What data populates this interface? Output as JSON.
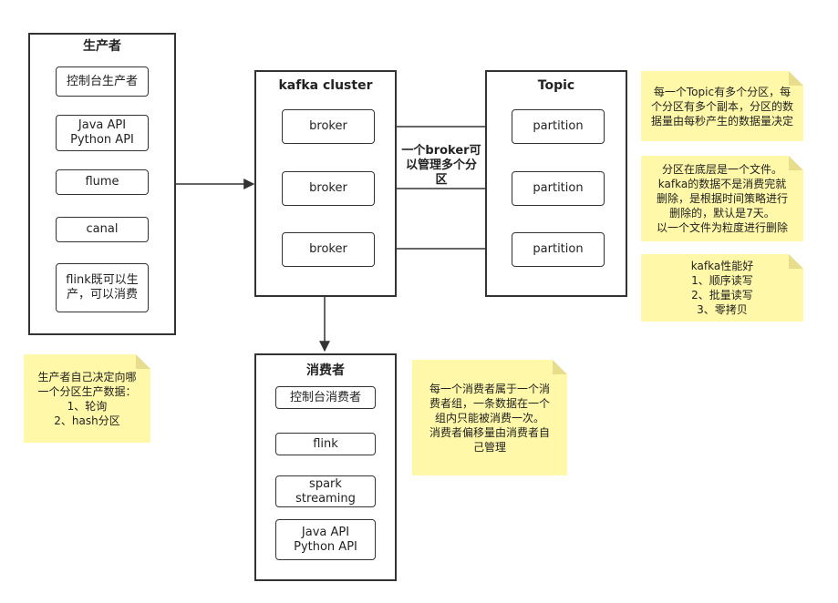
{
  "producer": {
    "title": "生产者",
    "items": [
      "控制台生产者",
      "Java  API\nPython  API",
      "flume",
      "canal",
      "flink既可以生\n产，可以消费"
    ]
  },
  "cluster": {
    "title": "kafka  cluster",
    "brokers": [
      "broker",
      "broker",
      "broker"
    ]
  },
  "topic": {
    "title": "Topic",
    "partitions": [
      "partition",
      "partition",
      "partition"
    ]
  },
  "consumer": {
    "title": "消费者",
    "items": [
      "控制台消费者",
      "flink",
      "spark\nstreaming",
      "Java  API\nPython  API"
    ]
  },
  "broker_label": "一个broker可\n以管理多个分区",
  "notes": {
    "topic_partitions": "每一个Topic有多个分区，每\n个分区有多个副本，分区的数\n据量由每秒产生的数据量决定",
    "partition_files": "分区在底层是一个文件。\nkafka的数据不是消费完就\n删除，是根据时间策略进行\n删除的，默认是7天。\n以一个文件为粒度进行删除",
    "performance": "kafka性能好\n1、顺序读写\n2、批量读写\n3、零拷贝",
    "producer_partition": "生产者自己决定向哪\n一个分区生产数据：\n1、轮询\n2、hash分区",
    "consumer_group": "每一个消费者属于一个消\n费者组，一条数据在一个\n组内只能被消费一次。\n消费者偏移量由消费者自\n己管理"
  },
  "colors": {
    "note": "#fff8a8",
    "line": "#333333"
  }
}
